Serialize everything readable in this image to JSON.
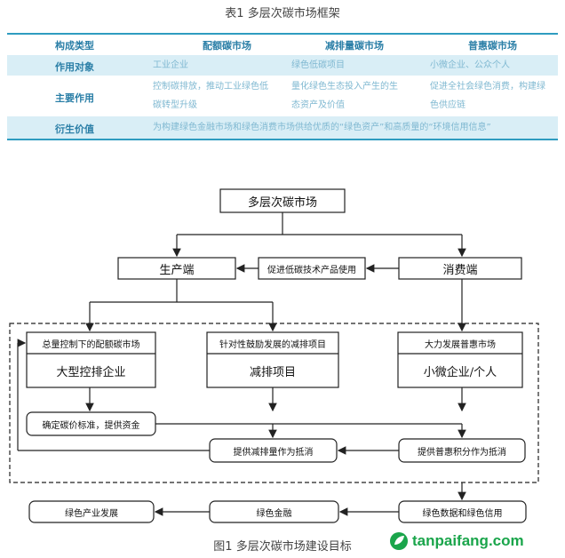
{
  "table": {
    "title": "表1 多层次碳市场框架",
    "headers": [
      "构成类型",
      "配额碳市场",
      "减排量碳市场",
      "普惠碳市场"
    ],
    "rows": [
      {
        "label": "作用对象",
        "col1": "工业企业",
        "col2": "绿色低碳项目",
        "col3": "小微企业、公众个人"
      },
      {
        "label": "主要作用",
        "col1_l1": "控制碳排放，推动工业绿色低",
        "col1_l2": "碳转型升级",
        "col2_l1": "量化绿色生态投入产生的生",
        "col2_l2": "态资产及价值",
        "col3_l1": "促进全社会绿色消费，构建绿",
        "col3_l2": "色供应链"
      },
      {
        "label": "衍生价值",
        "span": "为构建绿色金融市场和绿色消费市场供给优质的“绿色资产”和高质量的“环境信用信息”"
      }
    ]
  },
  "diagram": {
    "top": "多层次碳市场",
    "producer": "生产端",
    "consumer": "消费端",
    "middle": "促进低碳技术产品使用",
    "quota_title": "总量控制下的配额碳市场",
    "quota_main": "大型控排企业",
    "reduction_title": "针对性鼓励发展的减排项目",
    "reduction_main": "减排项目",
    "inclusive_title": "大力发展普惠市场",
    "inclusive_main": "小微企业/个人",
    "price": "确定碳价标准，提供资金",
    "offset1": "提供减排量作为抵消",
    "offset2": "提供普惠积分作为抵消",
    "industry": "绿色产业发展",
    "finance": "绿色金融",
    "data_credit": "绿色数据和绿色信用",
    "caption": "图1 多层次碳市场建设目标"
  },
  "watermark": "tanpaifang.com",
  "colors": {
    "accent": "#2b7fa7",
    "row_fill": "#d9eef6",
    "watermark": "#1aa54b"
  }
}
